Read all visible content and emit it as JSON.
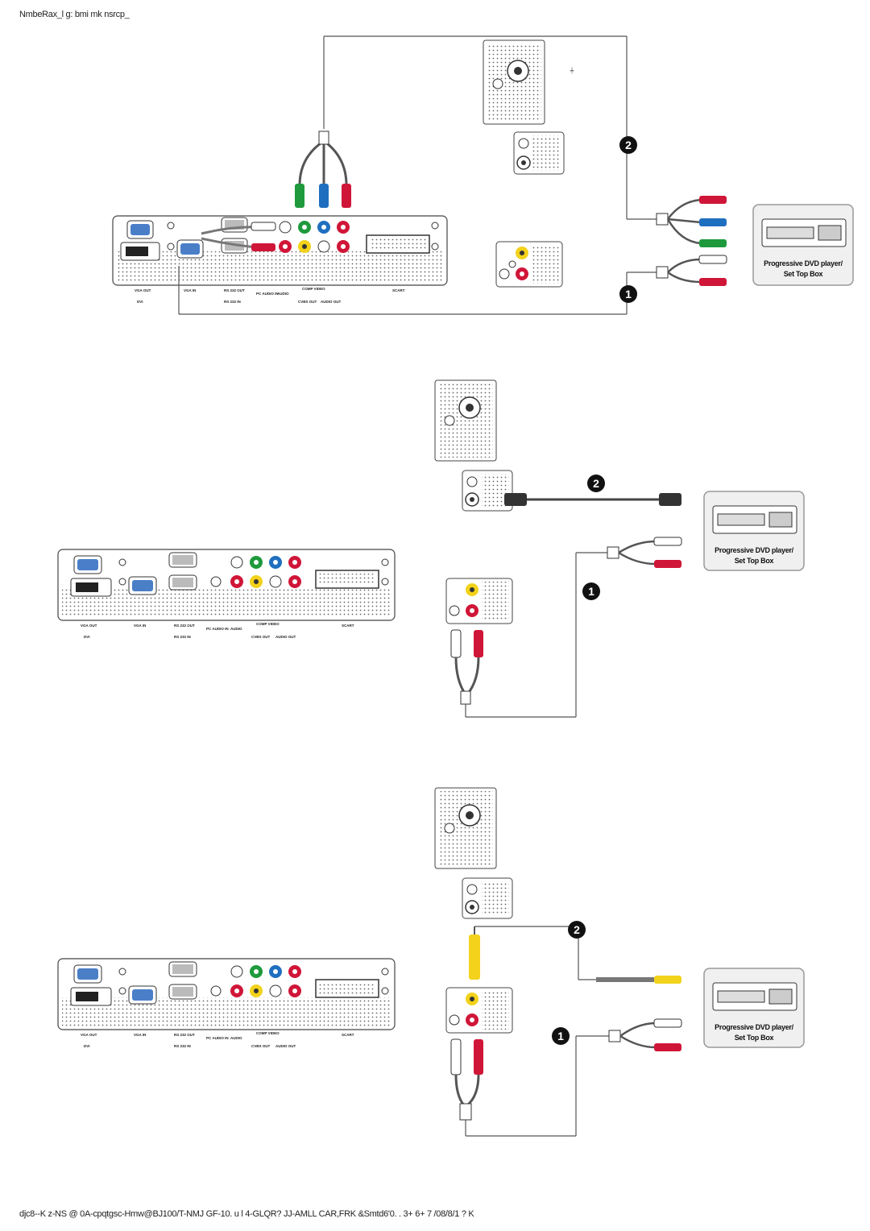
{
  "header": {
    "text": "NmbeRax_l g: bmi mk nsrcp_"
  },
  "footer": {
    "text": "djc8--K z-NS @ 0A-cpqtgsc-Hmw@BJ100/T-NMJ GF-10. u l 4-GLQR? JJ-AMLL CAR,FRK &Smtd6'0. . 3+ 6+ 7 /08/8/1 ? K"
  },
  "device": {
    "name_line1": "Progressive DVD player/",
    "name_line2": "Set Top Box"
  },
  "panel_labels": {
    "vga_out": "VGA OUT",
    "dvi": "DVI",
    "vga_in": "VGA IN",
    "rs232_out": "RS 232 OUT",
    "rs232_in": "RS 232 IN",
    "pc_audio_in": "PC AUDIO IN",
    "audio": "AUDIO",
    "comp_video": "COMP VIDEO",
    "cvbs_out": "CVBS OUT",
    "audio_out": "AUDIO OUT",
    "scart": "SCART"
  },
  "steps": {
    "one": "1",
    "two": "2"
  },
  "colors": {
    "green": "#1e9a3c",
    "blue": "#1f6fc0",
    "red": "#d01638",
    "yellow": "#f2d21b",
    "panel_bg": "#ffffff",
    "line": "#555555"
  }
}
